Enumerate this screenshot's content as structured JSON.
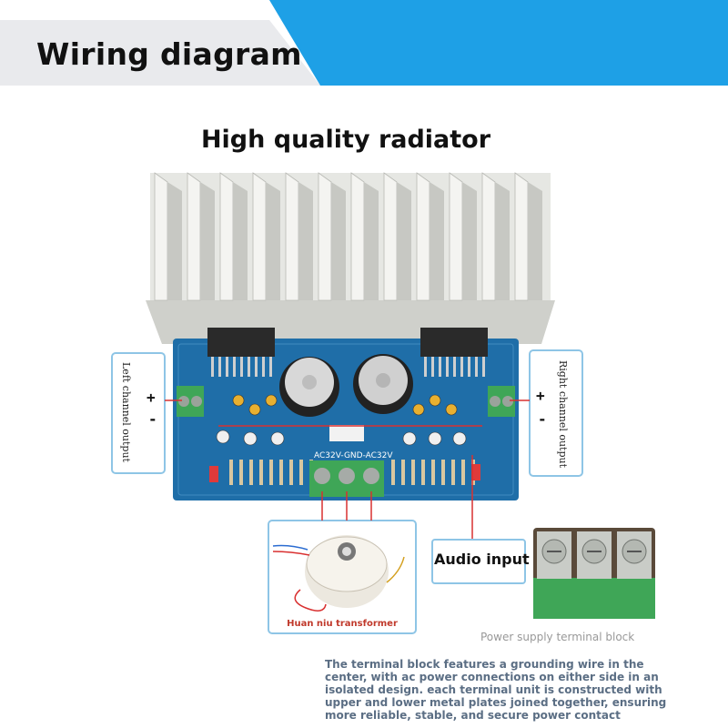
{
  "banner": {
    "title": "Wiring diagram",
    "accent_color": "#1ea0e6"
  },
  "heading": "High quality radiator",
  "left_output": {
    "label": "Left channel output",
    "plus": "+",
    "minus": "-"
  },
  "right_output": {
    "label": "Right channel output",
    "plus": "+",
    "minus": "-"
  },
  "audio_input": {
    "label": "Audio input"
  },
  "transformer": {
    "caption": "Huan niu transformer"
  },
  "terminal_block": {
    "caption": "Power supply terminal block"
  },
  "board": {
    "supply_label": "AC32V-GND-AC32V"
  },
  "description": "The terminal block features a grounding wire in the center, with ac power connections on either side in an isolated design. each terminal unit is constructed with upper and lower metal plates joined together, ensuring more reliable, stable, and secure power contact",
  "colors": {
    "board": "#1f6ea8",
    "heatsink": "#d9dad6",
    "wire_red": "#d93030",
    "terminal_green": "#3fa657",
    "box_border": "#8ec5e6"
  }
}
